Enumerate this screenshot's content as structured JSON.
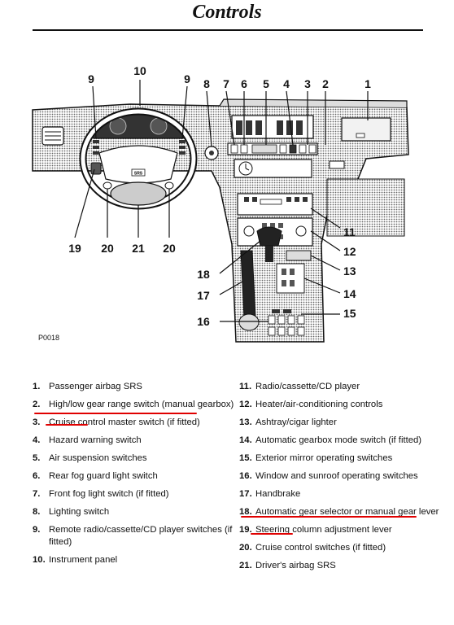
{
  "page": {
    "title": "Controls",
    "figure_code": "P0018"
  },
  "callouts": [
    "1",
    "2",
    "3",
    "4",
    "5",
    "6",
    "7",
    "8",
    "9",
    "9",
    "10",
    "11",
    "12",
    "13",
    "14",
    "15",
    "16",
    "17",
    "18",
    "19",
    "20",
    "20",
    "21"
  ],
  "dash_labels": {
    "airbag_badge": "SRS"
  },
  "legend": {
    "left": [
      {
        "num": "1.",
        "text": "Passenger airbag SRS"
      },
      {
        "num": "2.",
        "text": "High/low gear range switch (manual gearbox)"
      },
      {
        "num": "3.",
        "text": "Cruise control master switch (if fitted)"
      },
      {
        "num": "4.",
        "text": "Hazard warning switch"
      },
      {
        "num": "5.",
        "text": "Air suspension switches"
      },
      {
        "num": "6.",
        "text": "Rear fog guard light switch"
      },
      {
        "num": "7.",
        "text": "Front fog light switch (if fitted)"
      },
      {
        "num": "8.",
        "text": "Lighting switch"
      },
      {
        "num": "9.",
        "text": "Remote radio/cassette/CD player switches (if fitted)"
      },
      {
        "num": "10.",
        "text": "Instrument panel"
      }
    ],
    "right": [
      {
        "num": "11.",
        "text": "Radio/cassette/CD player"
      },
      {
        "num": "12.",
        "text": "Heater/air-conditioning controls"
      },
      {
        "num": "13.",
        "text": "Ashtray/cigar lighter"
      },
      {
        "num": "14.",
        "text": "Automatic gearbox mode switch (if fitted)"
      },
      {
        "num": "15.",
        "text": "Exterior mirror operating switches"
      },
      {
        "num": "16.",
        "text": "Window and sunroof operating switches"
      },
      {
        "num": "17.",
        "text": "Handbrake"
      },
      {
        "num": "18.",
        "text": "Automatic gear selector or manual gear lever"
      },
      {
        "num": "19.",
        "text": "Steering column adjustment lever"
      },
      {
        "num": "20.",
        "text": "Cruise control switches (if fitted)"
      },
      {
        "num": "21.",
        "text": "Driver's airbag SRS"
      }
    ]
  },
  "colors": {
    "annotation_underline": "#e00000",
    "ink": "#111111",
    "shading": "#9a9a9a"
  }
}
